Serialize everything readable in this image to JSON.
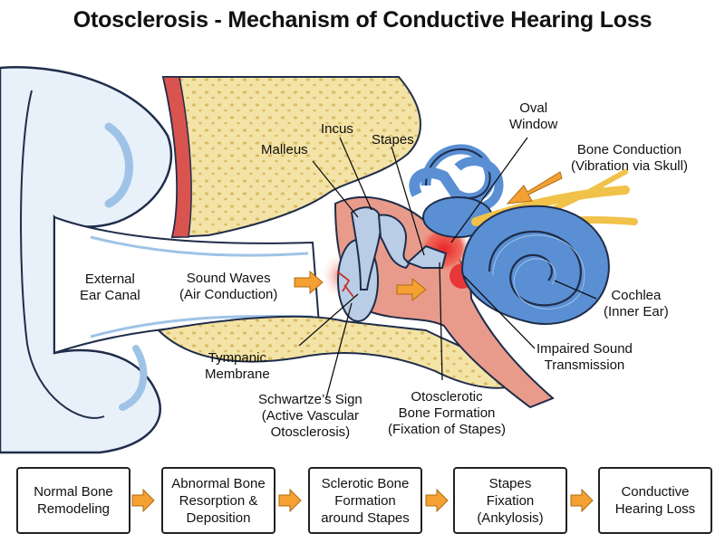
{
  "title": "Otosclerosis - Mechanism of Conductive Hearing Loss",
  "labels": {
    "external_canal": [
      "External",
      "Ear Canal"
    ],
    "sound_waves": [
      "Sound Waves",
      "(Air Conduction)"
    ],
    "malleus": [
      "Malleus"
    ],
    "incus": [
      "Incus"
    ],
    "stapes": [
      "Stapes"
    ],
    "oval_window": [
      "Oval",
      "Window"
    ],
    "bone_conduction": [
      "Bone Conduction",
      "(Vibration via Skull)"
    ],
    "cochlea": [
      "Cochlea",
      "(Inner Ear)"
    ],
    "impaired": [
      "Impaired Sound",
      "Transmission"
    ],
    "tympanic": [
      "Tympanic",
      "Membrane"
    ],
    "schwartze": [
      "Schwartze’s Sign",
      "(Active Vascular",
      "Otosclerosis)"
    ],
    "otosclerotic": [
      "Otosclerotic",
      "Bone Formation",
      "(Fixation of Stapes)"
    ]
  },
  "flow_steps": [
    [
      "Normal Bone",
      "Remodeling"
    ],
    [
      "Abnormal Bone",
      "Resorption &",
      "Deposition"
    ],
    [
      "Sclerotic Bone",
      "Formation",
      "around Stapes"
    ],
    [
      "Stapes",
      "Fixation",
      "(Ankylosis)"
    ],
    [
      "Conductive",
      "Hearing Loss"
    ]
  ],
  "colors": {
    "bone": "#f4e3a6",
    "bone_dot": "#d9bd63",
    "ear": "#e8f0fa",
    "ear_inner": "#9ec3e6",
    "middle_ear": "#e99b8b",
    "lesion": "#e8262a",
    "inner_ear": "#5a8fd4",
    "ossicle": "#b9cde6",
    "nerve": "#f0c24a",
    "arrow": "#f5a033",
    "outline": "#1f2d4a"
  }
}
